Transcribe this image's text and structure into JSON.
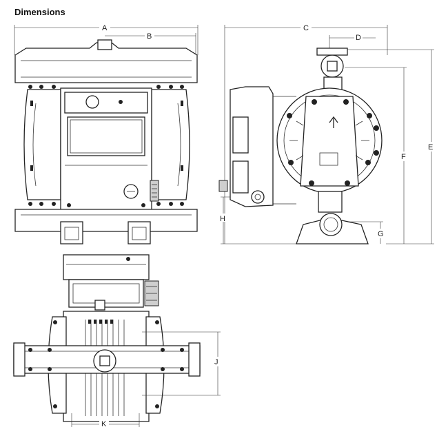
{
  "page": {
    "title": "Dimensions"
  },
  "labels": {
    "A": "A",
    "B": "B",
    "C": "C",
    "D": "D",
    "E": "E",
    "F": "F",
    "G": "G",
    "H": "H",
    "J": "J",
    "K": "K"
  },
  "colors": {
    "ink": "#222222",
    "paper": "#ffffff"
  }
}
